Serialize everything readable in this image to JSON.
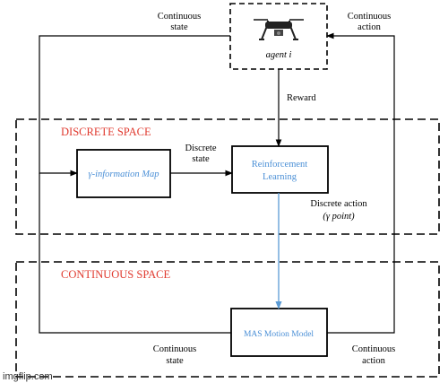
{
  "agent": {
    "label": "agent i"
  },
  "edges": {
    "top_left_line1": "Continuous",
    "top_left_line2": "state",
    "top_right_line1": "Continuous",
    "top_right_line2": "action",
    "reward": "Reward",
    "discrete_state_line1": "Discrete",
    "discrete_state_line2": "state",
    "discrete_action_line1": "Discrete action",
    "discrete_action_line2": "(γ point)",
    "bottom_left_line1": "Continuous",
    "bottom_left_line2": "state",
    "bottom_right_line1": "Continuous",
    "bottom_right_line2": "action"
  },
  "regions": {
    "discrete": "DISCRETE SPACE",
    "continuous": "CONTINUOUS SPACE"
  },
  "boxes": {
    "gamma_map": "γ-information Map",
    "rl_line1": "Reinforcement",
    "rl_line2": "Learning",
    "mas": "MAS Motion Model"
  },
  "watermark": "imgflip.com",
  "colors": {
    "region_title": "#e03a2f",
    "box_text": "#4a8fd6",
    "rl_to_mas_arrow": "#5b9bd5"
  }
}
